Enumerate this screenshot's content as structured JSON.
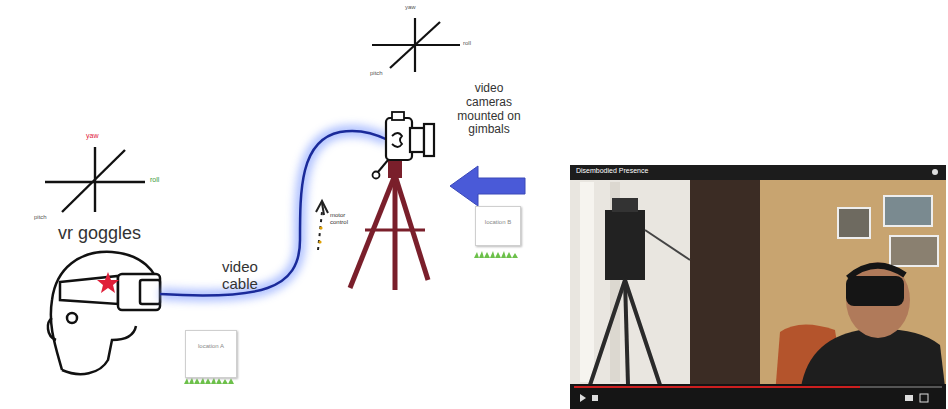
{
  "diagram": {
    "nodes": [
      {
        "text": [
          "location B"
        ]
      },
      {
        "text": [
          "location A"
        ]
      },
      {
        "text": [
          "Disembodied Presence"
        ]
      }
    ],
    "labels": [
      "yaw",
      "roll",
      "pitch",
      "yaw",
      "roll",
      "pitch",
      "video cameras mounted on gimbals",
      "motor control",
      "vr goggles",
      "video cable"
    ]
  }
}
